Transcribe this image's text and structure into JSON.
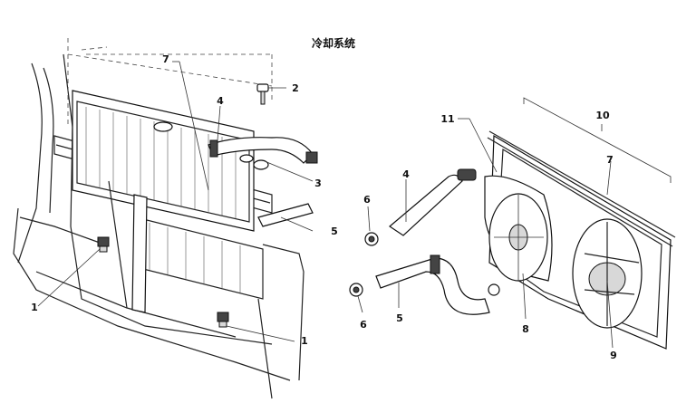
{
  "title": "冷却系统",
  "callouts": {
    "left": {
      "c1a": "1",
      "c1b": "1",
      "c2": "2",
      "c3": "3",
      "c4": "4",
      "c5": "5",
      "c7": "7"
    },
    "right": {
      "c4": "4",
      "c5": "5",
      "c6a": "6",
      "c6b": "6",
      "c7": "7",
      "c8": "8",
      "c9": "9",
      "c10": "10",
      "c11": "11"
    }
  }
}
